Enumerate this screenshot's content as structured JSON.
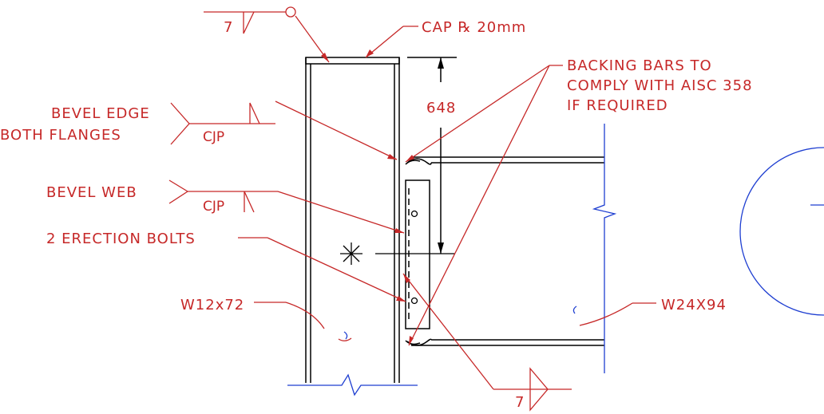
{
  "labels": {
    "weld_top_size": "7",
    "cap_plate": "CAP ℞ 20mm",
    "backing_line1": "BACKING BARS TO",
    "backing_line2": "COMPLY WITH AISC 358",
    "backing_line3": "IF REQUIRED",
    "bevel_edge_line1": "BEVEL EDGE",
    "bevel_edge_line2": "BOTH FLANGES",
    "cjp_flanges": "CJP",
    "dimension_648": "648",
    "bevel_web": "BEVEL WEB",
    "cjp_web": "CJP",
    "erection_bolts": "2 ERECTION BOLTS",
    "column_section": "W12x72",
    "beam_section": "W24X94",
    "weld_bottom_size": "7"
  },
  "colors": {
    "annotation": "#c62828",
    "steel": "#000000",
    "break_lines": "#1f3fd1"
  }
}
